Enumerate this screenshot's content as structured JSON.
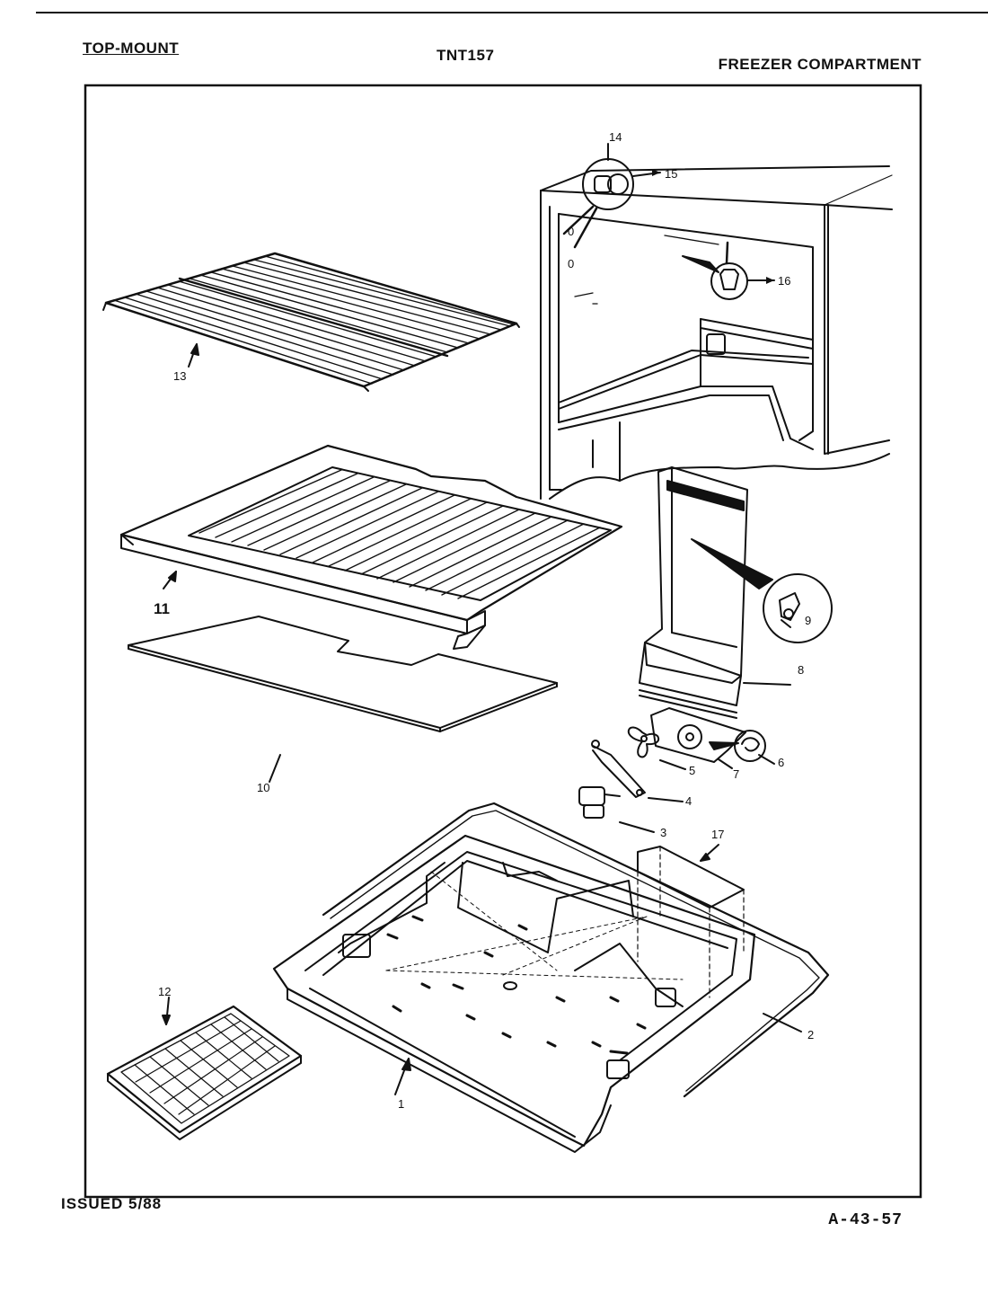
{
  "header": {
    "left": "TOP-MOUNT",
    "center": "TNT157",
    "right": "FREEZER COMPARTMENT"
  },
  "footer": {
    "issued": "ISSUED 5/88",
    "page_code": "A-43-57"
  },
  "callouts": {
    "c1": "1",
    "c2": "2",
    "c3": "3",
    "c4": "4",
    "c5": "5",
    "c6": "6",
    "c7": "7",
    "c8": "8",
    "c9": "9",
    "c10": "10",
    "c11": "11",
    "c12": "12",
    "c13": "13",
    "c14": "14",
    "c15": "15",
    "c16": "16",
    "c17": "17",
    "c0a": "0",
    "c0b": "0"
  }
}
